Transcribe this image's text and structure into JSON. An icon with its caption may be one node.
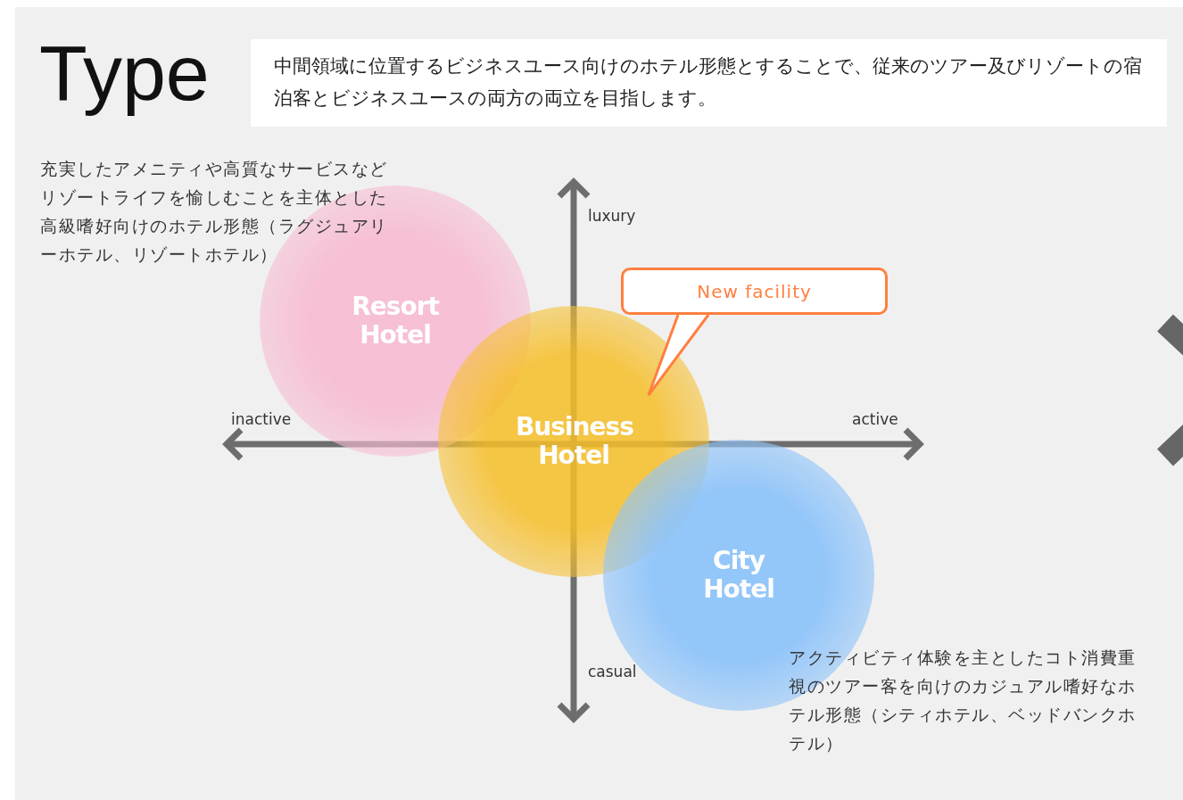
{
  "diagram": {
    "title": "Type",
    "nodes": [
      {
        "text": [
          "Resort Hotel"
        ]
      },
      {
        "text": [
          "Business Hotel"
        ]
      },
      {
        "text": [
          "City Hotel"
        ]
      },
      {
        "text": [
          "New facility"
        ]
      }
    ],
    "edges": [
      {
        "from": 3,
        "to": 1,
        "arrow": "none"
      }
    ],
    "labels": [
      "中間領域に位置するビジネスユース向けのホテル形態とすることで、従来のツアー及びリゾートの宿泊客とビジネスユースの両方の両立を目指します。",
      "充実したアメニティや高質なサービスなどリゾートライフを愉しむことを主体とした高級嗜好向けのホテル形態（ラグジュアリーホテル、リゾートホテル）",
      "luxury",
      "inactive",
      "active",
      "casual",
      "アクティビティ体験を主としたコト消費重視のツアー客を向けのカジュアル嗜好なホテル形態（シティホテル、ベッドバンクホテル）"
    ]
  }
}
